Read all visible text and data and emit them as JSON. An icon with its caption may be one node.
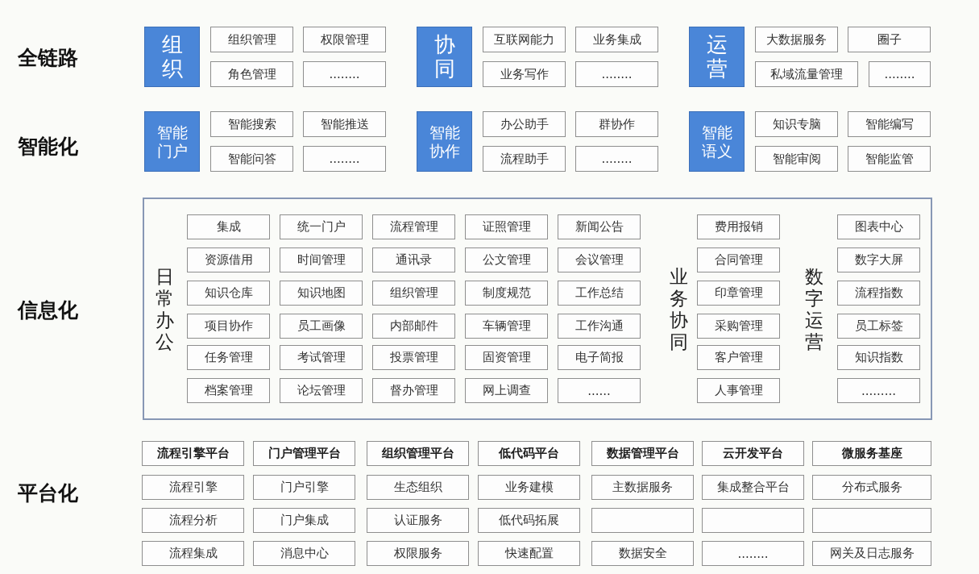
{
  "diagram": {
    "nodes": [
      {
        "text": [
          "组织"
        ]
      },
      {
        "text": [
          "组织管理"
        ]
      },
      {
        "text": [
          "权限管理"
        ]
      },
      {
        "text": [
          "角色管理"
        ]
      },
      {
        "text": [
          "........"
        ]
      },
      {
        "text": [
          "协同"
        ]
      },
      {
        "text": [
          "互联网能力"
        ]
      },
      {
        "text": [
          "业务集成"
        ]
      },
      {
        "text": [
          "业务写作"
        ]
      },
      {
        "text": [
          "........"
        ]
      },
      {
        "text": [
          "运营"
        ]
      },
      {
        "text": [
          "大数据服务"
        ]
      },
      {
        "text": [
          "圈子"
        ]
      },
      {
        "text": [
          "私域流量管理"
        ]
      },
      {
        "text": [
          "........"
        ]
      },
      {
        "text": [
          "智能门户"
        ]
      },
      {
        "text": [
          "智能搜索"
        ]
      },
      {
        "text": [
          "智能推送"
        ]
      },
      {
        "text": [
          "智能问答"
        ]
      },
      {
        "text": [
          "........"
        ]
      },
      {
        "text": [
          "智能协作"
        ]
      },
      {
        "text": [
          "办公助手"
        ]
      },
      {
        "text": [
          "群协作"
        ]
      },
      {
        "text": [
          "流程助手"
        ]
      },
      {
        "text": [
          "........"
        ]
      },
      {
        "text": [
          "智能语义"
        ]
      },
      {
        "text": [
          "知识专脑"
        ]
      },
      {
        "text": [
          "智能编写"
        ]
      },
      {
        "text": [
          "智能审阅"
        ]
      },
      {
        "text": [
          "智能监管"
        ]
      },
      {
        "text": [
          "日常办公",
          "业务协同",
          "数字运营"
        ]
      },
      {
        "text": [
          "集成"
        ],
        "in": 30
      },
      {
        "text": [
          "统一门户"
        ],
        "in": 30
      },
      {
        "text": [
          "流程管理"
        ],
        "in": 30
      },
      {
        "text": [
          "证照管理"
        ],
        "in": 30
      },
      {
        "text": [
          "新闻公告"
        ],
        "in": 30
      },
      {
        "text": [
          "资源借用"
        ],
        "in": 30
      },
      {
        "text": [
          "时间管理"
        ],
        "in": 30
      },
      {
        "text": [
          "通讯录"
        ],
        "in": 30
      },
      {
        "text": [
          "公文管理"
        ],
        "in": 30
      },
      {
        "text": [
          "会议管理"
        ],
        "in": 30
      },
      {
        "text": [
          "知识仓库"
        ],
        "in": 30
      },
      {
        "text": [
          "知识地图"
        ],
        "in": 30
      },
      {
        "text": [
          "组织管理"
        ],
        "in": 30
      },
      {
        "text": [
          "制度规范"
        ],
        "in": 30
      },
      {
        "text": [
          "工作总结"
        ],
        "in": 30
      },
      {
        "text": [
          "项目协作"
        ],
        "in": 30
      },
      {
        "text": [
          "员工画像"
        ],
        "in": 30
      },
      {
        "text": [
          "内部邮件"
        ],
        "in": 30
      },
      {
        "text": [
          "车辆管理"
        ],
        "in": 30
      },
      {
        "text": [
          "工作沟通"
        ],
        "in": 30
      },
      {
        "text": [
          "任务管理"
        ],
        "in": 30
      },
      {
        "text": [
          "考试管理"
        ],
        "in": 30
      },
      {
        "text": [
          "投票管理"
        ],
        "in": 30
      },
      {
        "text": [
          "固资管理"
        ],
        "in": 30
      },
      {
        "text": [
          "电子简报"
        ],
        "in": 30
      },
      {
        "text": [
          "档案管理"
        ],
        "in": 30
      },
      {
        "text": [
          "论坛管理"
        ],
        "in": 30
      },
      {
        "text": [
          "督办管理"
        ],
        "in": 30
      },
      {
        "text": [
          "网上调查"
        ],
        "in": 30
      },
      {
        "text": [
          "......"
        ],
        "in": 30
      },
      {
        "text": [
          "费用报销"
        ],
        "in": 30
      },
      {
        "text": [
          "合同管理"
        ],
        "in": 30
      },
      {
        "text": [
          "印章管理"
        ],
        "in": 30
      },
      {
        "text": [
          "采购管理"
        ],
        "in": 30
      },
      {
        "text": [
          "客户管理"
        ],
        "in": 30
      },
      {
        "text": [
          "人事管理"
        ],
        "in": 30
      },
      {
        "text": [
          "图表中心"
        ],
        "in": 30
      },
      {
        "text": [
          "数字大屏"
        ],
        "in": 30
      },
      {
        "text": [
          "流程指数"
        ],
        "in": 30
      },
      {
        "text": [
          "员工标签"
        ],
        "in": 30
      },
      {
        "text": [
          "知识指数"
        ],
        "in": 30
      },
      {
        "text": [
          "........."
        ],
        "in": 30
      },
      {
        "text": [
          "流程引擎平台"
        ]
      },
      {
        "text": [
          "门户管理平台"
        ]
      },
      {
        "text": [
          "组织管理平台"
        ]
      },
      {
        "text": [
          "低代码平台"
        ]
      },
      {
        "text": [
          "数据管理平台"
        ]
      },
      {
        "text": [
          "云开发平台"
        ]
      },
      {
        "text": [
          "微服务基座"
        ]
      },
      {
        "text": [
          "流程引擎"
        ]
      },
      {
        "text": [
          "门户引擎"
        ]
      },
      {
        "text": [
          "生态组织"
        ]
      },
      {
        "text": [
          "业务建模"
        ]
      },
      {
        "text": [
          "主数据服务"
        ]
      },
      {
        "text": [
          "集成整合平台"
        ]
      },
      {
        "text": [
          "分布式服务"
        ]
      },
      {
        "text": [
          "流程分析"
        ]
      },
      {
        "text": [
          "门户集成"
        ]
      },
      {
        "text": [
          "认证服务"
        ]
      },
      {
        "text": [
          "低代码拓展"
        ]
      },
      {
        "text": [],
        "shape": "box"
      },
      {
        "text": [],
        "shape": "box"
      },
      {
        "text": [],
        "shape": "box"
      },
      {
        "text": [
          "流程集成"
        ]
      },
      {
        "text": [
          "消息中心"
        ]
      },
      {
        "text": [
          "权限服务"
        ]
      },
      {
        "text": [
          "快速配置"
        ]
      },
      {
        "text": [
          "数据安全"
        ]
      },
      {
        "text": [
          "........"
        ]
      },
      {
        "text": [
          "网关及日志服务"
        ]
      }
    ],
    "labels": [
      "全链路",
      "智能化",
      "信息化",
      "平台化"
    ]
  }
}
